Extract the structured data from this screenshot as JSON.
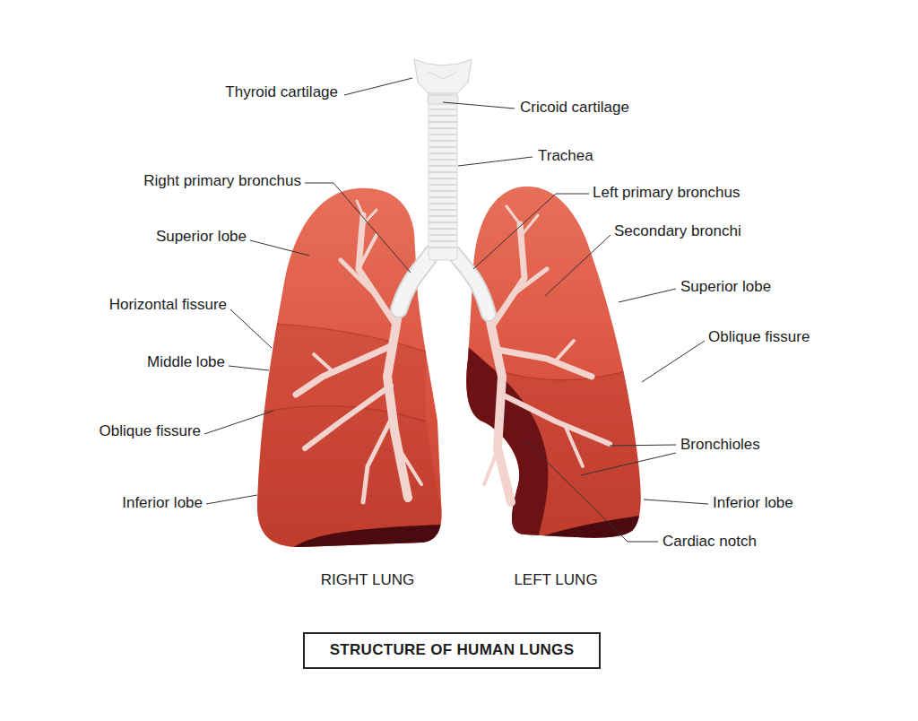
{
  "diagram": {
    "nodes": [
      {
        "text": [
          "STRUCTURE OF HUMAN LUNGS"
        ]
      }
    ],
    "labels": [
      "Thyroid cartilage",
      "Cricoid cartilage",
      "Trachea",
      "Right primary bronchus",
      "Left primary bronchus",
      "Secondary bronchi",
      "Superior lobe",
      "Superior lobe",
      "Horizontal fissure",
      "Oblique fissure",
      "Middle lobe",
      "Oblique fissure",
      "Bronchioles",
      "Inferior lobe",
      "Inferior lobe",
      "Cardiac notch",
      "RIGHT LUNG",
      "LEFT LUNG"
    ]
  }
}
